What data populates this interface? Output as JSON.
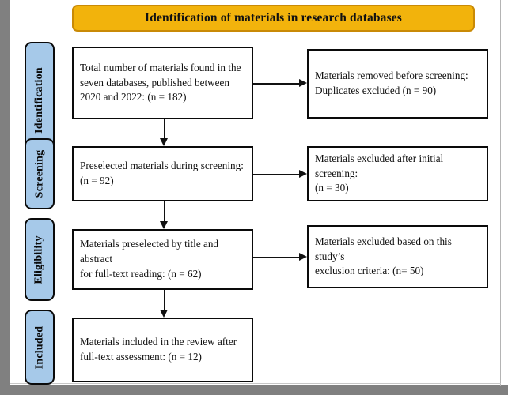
{
  "title": {
    "text": "Identification of materials in research databases",
    "background_color": "#F2B30C",
    "border_color": "#C98A06"
  },
  "stages": [
    {
      "id": "identification",
      "label": "Identification"
    },
    {
      "id": "screening",
      "label": "Screening"
    },
    {
      "id": "eligibility",
      "label": "Eligibility"
    },
    {
      "id": "included",
      "label": "Included"
    }
  ],
  "stage_tab_color": "#A6C9E9",
  "boxes": {
    "records_identified": "Total number of materials found in the\nseven databases, published between\n2020 and 2022: (n = 182)",
    "records_removed": "Materials removed before screening:\nDuplicates excluded (n = 90)",
    "records_screened": "Preselected materials during screening:\n(n = 92)",
    "records_excluded": "Materials excluded after initial screening:\n(n = 30)",
    "reports_assessed": "Materials preselected by title and abstract\nfor full-text reading: (n = 62)",
    "reports_excluded": "Materials excluded based on this study’s\nexclusion criteria: (n= 50)",
    "studies_included": "Materials included in the review after\nfull-text assessment: (n = 12)"
  },
  "counts": {
    "identified": 182,
    "duplicates_removed": 90,
    "screened": 92,
    "excluded_after_screening": 30,
    "assessed_full_text": 62,
    "excluded_by_criteria": 50,
    "included": 12
  },
  "frame_color": "#808080"
}
